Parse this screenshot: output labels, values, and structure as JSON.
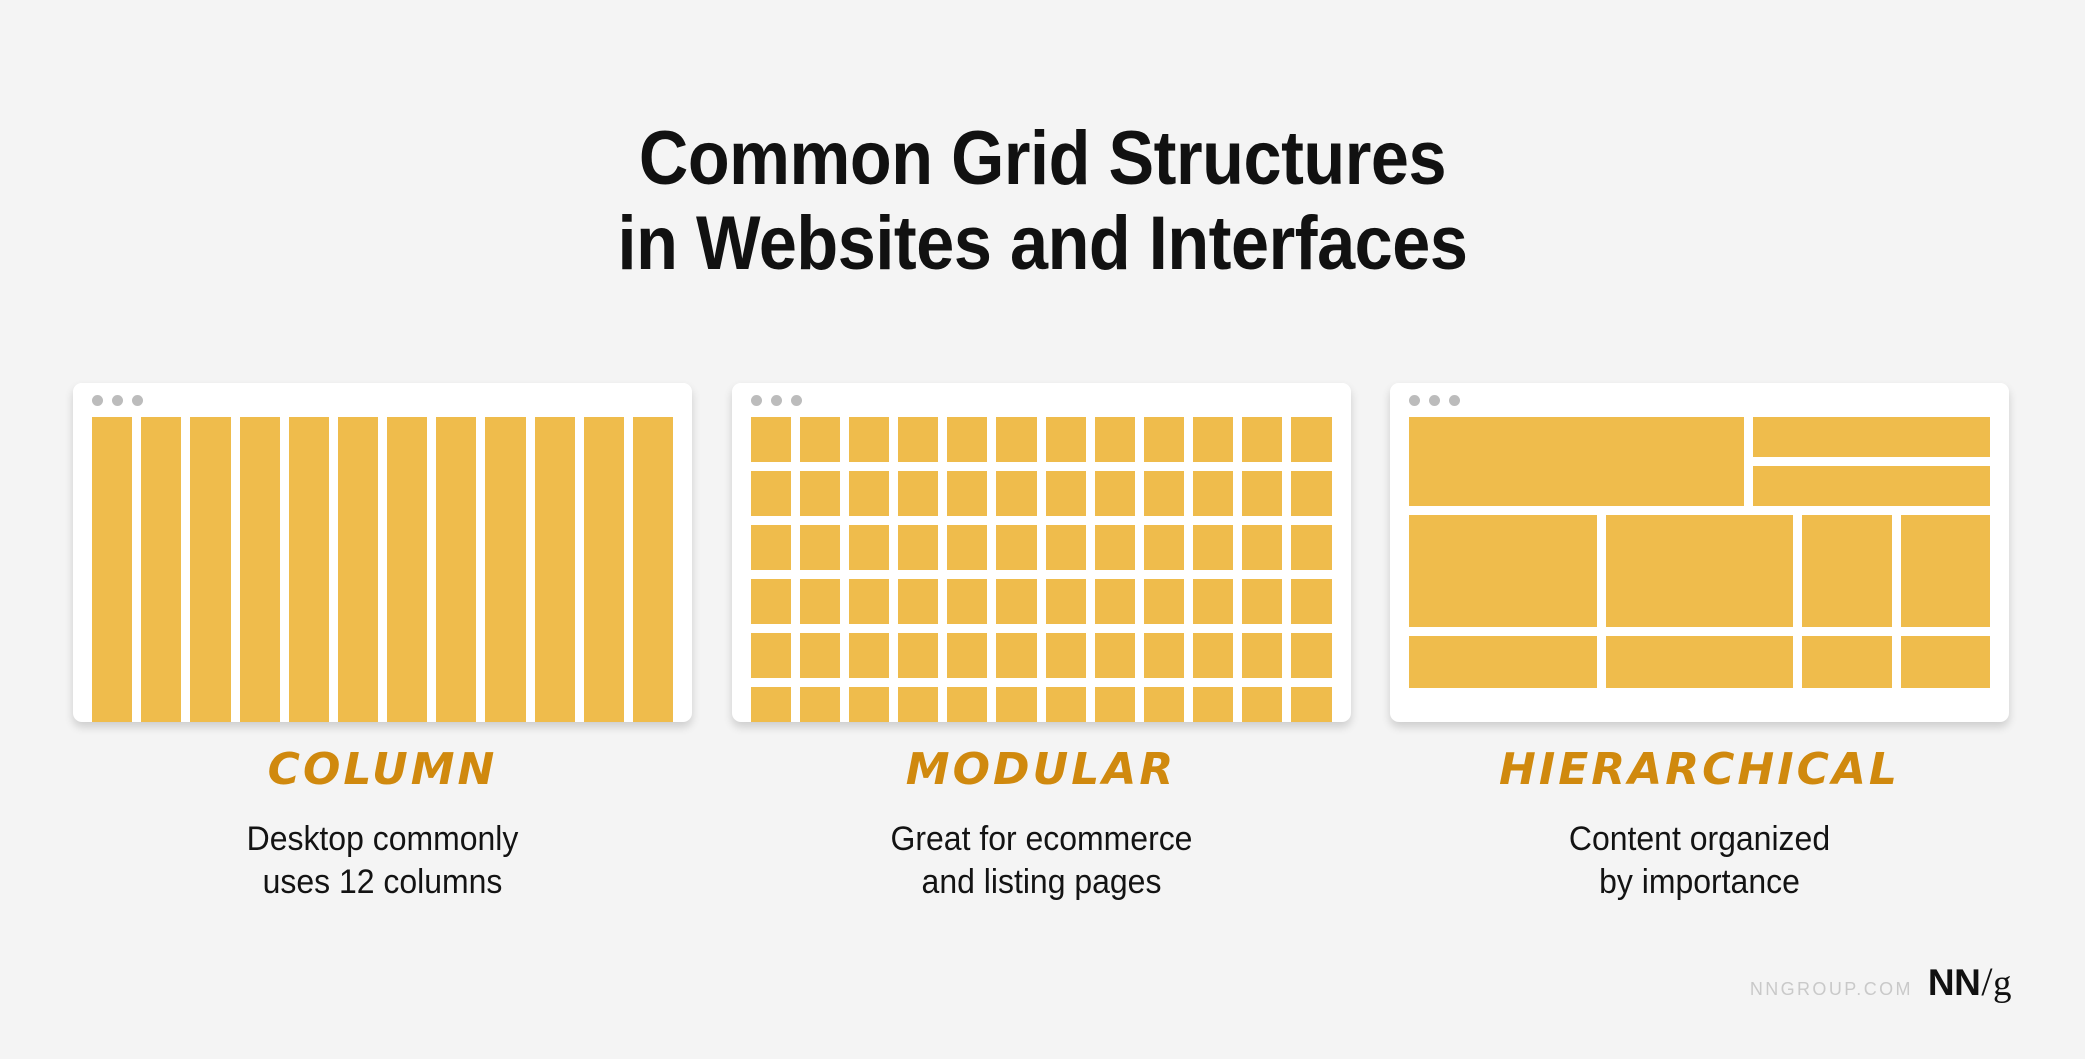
{
  "theme": {
    "background": "#f4f4f4",
    "accent_yellow": "#efbc4c",
    "label_orange": "#d0890e",
    "text_black": "#131313",
    "dot_gray": "#bcbcbc",
    "footer_gray": "#c9c9c9"
  },
  "title": {
    "line1": "Common Grid Structures",
    "line2": "in Websites and Interfaces"
  },
  "cards": [
    {
      "name": "column",
      "label": "COLUMN",
      "desc_line1": "Desktop commonly",
      "desc_line2": "uses 12 columns",
      "layout_type": "column",
      "columns": 12,
      "rows": 1
    },
    {
      "name": "modular",
      "label": "MODULAR",
      "desc_line1": "Great for ecommerce",
      "desc_line2": "and listing pages",
      "layout_type": "modular",
      "columns": 12,
      "rows": 6
    },
    {
      "name": "hierarchical",
      "label": "HIERARCHICAL",
      "desc_line1": "Content organized",
      "desc_line2": "by importance",
      "layout_type": "hierarchical",
      "columns": 12,
      "rows": 4
    }
  ],
  "window_chrome": {
    "dot_count": 3,
    "dot_names": [
      "window-dot-close",
      "window-dot-minimize",
      "window-dot-maximize"
    ]
  },
  "footer": {
    "url": "NNGROUP.COM",
    "logo_nn": "NN",
    "logo_slash": "/",
    "logo_g": "g"
  }
}
